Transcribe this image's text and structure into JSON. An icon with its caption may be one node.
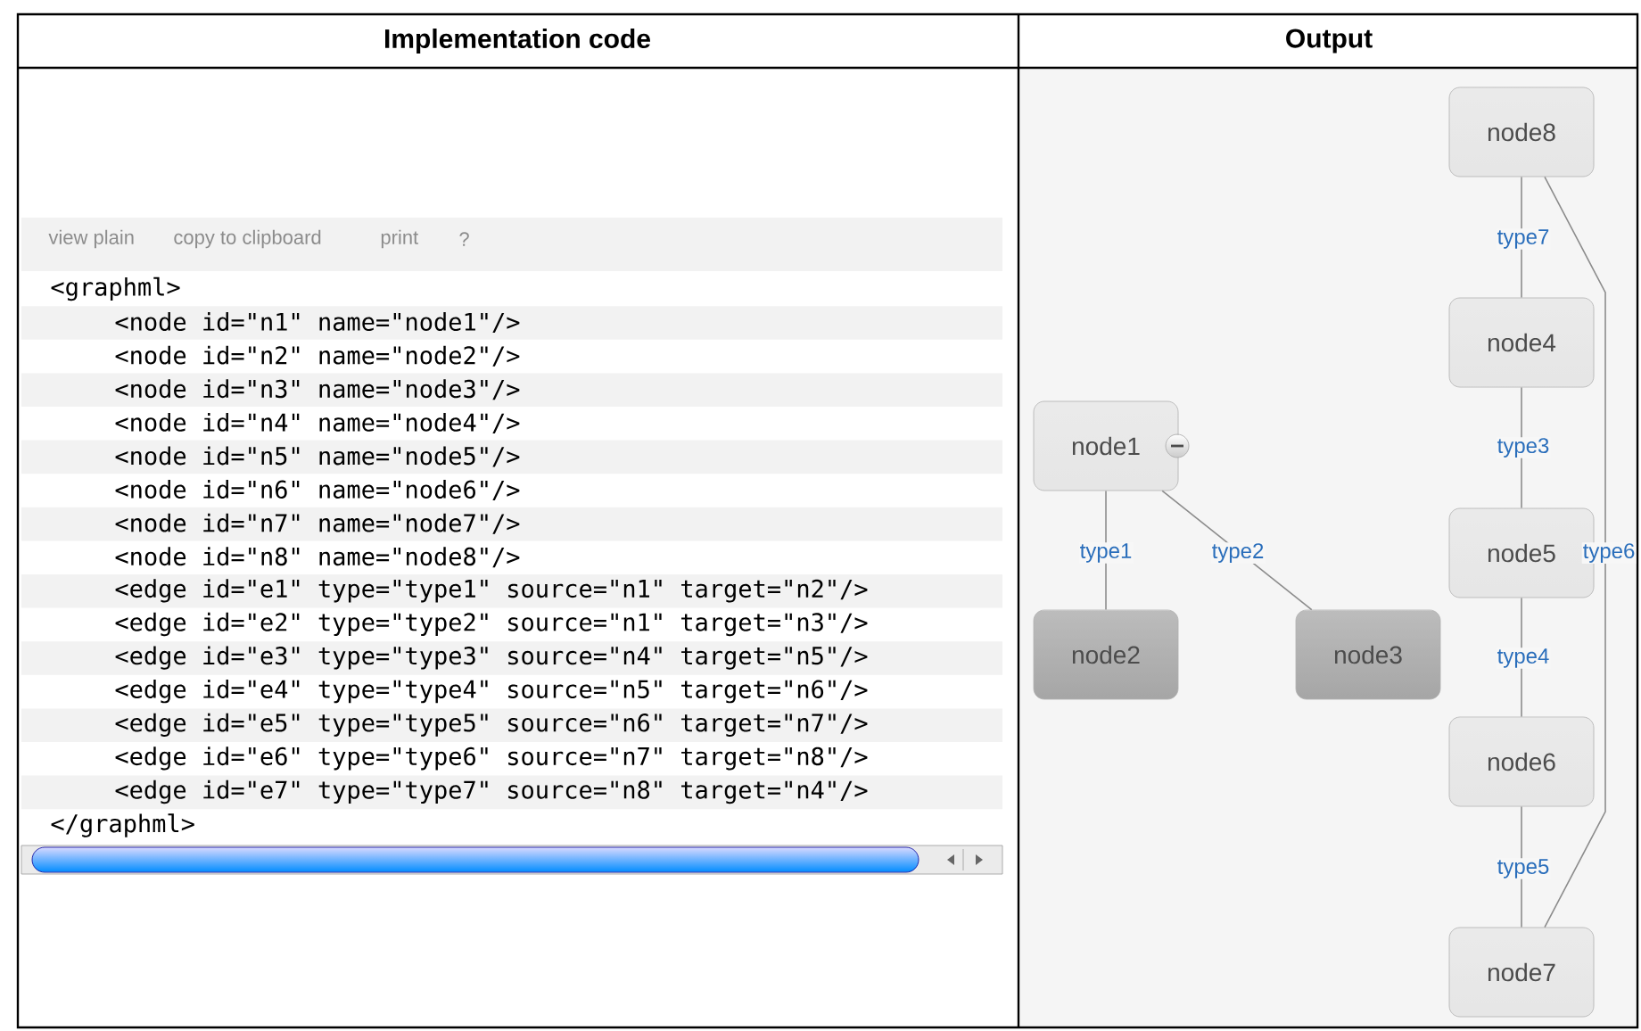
{
  "diagram": {
    "nodes": [
      {
        "text": [
          "node1"
        ]
      },
      {
        "text": [
          "node2"
        ]
      },
      {
        "text": [
          "node3"
        ]
      },
      {
        "text": [
          "node4"
        ]
      },
      {
        "text": [
          "node5"
        ]
      },
      {
        "text": [
          "node6"
        ]
      },
      {
        "text": [
          "node7"
        ]
      },
      {
        "text": [
          "node8"
        ]
      }
    ],
    "edges": [
      {
        "from": 0,
        "to": 1,
        "arrow": "none",
        "label": "type1"
      },
      {
        "from": 0,
        "to": 2,
        "arrow": "none",
        "label": "type2"
      },
      {
        "from": 3,
        "to": 4,
        "arrow": "none",
        "label": "type3"
      },
      {
        "from": 4,
        "to": 5,
        "arrow": "none",
        "label": "type4"
      },
      {
        "from": 5,
        "to": 6,
        "arrow": "none",
        "label": "type5"
      },
      {
        "from": 6,
        "to": 7,
        "arrow": "none",
        "label": "type6"
      },
      {
        "from": 7,
        "to": 3,
        "arrow": "none",
        "label": "type7"
      }
    ],
    "labels": [
      "Implementation code",
      "Output",
      "view plain",
      "copy to clipboard",
      "print",
      "?",
      "<graphml>",
      "<node id=\"n1\" name=\"node1\"/>",
      "<node id=\"n2\" name=\"node2\"/>",
      "<node id=\"n3\" name=\"node3\"/>",
      "<node id=\"n4\" name=\"node4\"/>",
      "<node id=\"n5\" name=\"node5\"/>",
      "<node id=\"n6\" name=\"node6\"/>",
      "<node id=\"n7\" name=\"node7\"/>",
      "<node id=\"n8\" name=\"node8\"/>",
      "<edge id=\"e1\" type=\"type1\" source=\"n1\" target=\"n2\"/>",
      "<edge id=\"e2\" type=\"type2\" source=\"n1\" target=\"n3\"/>",
      "<edge id=\"e3\" type=\"type3\" source=\"n4\" target=\"n5\"/>",
      "<edge id=\"e4\" type=\"type4\" source=\"n5\" target=\"n6\"/>",
      "<edge id=\"e5\" type=\"type5\" source=\"n6\" target=\"n7\"/>",
      "<edge id=\"e6\" type=\"type6\" source=\"n7\" target=\"n8\"/>",
      "<edge id=\"e7\" type=\"type7\" source=\"n8\" target=\"n4\"/>",
      "</graphml>"
    ]
  }
}
